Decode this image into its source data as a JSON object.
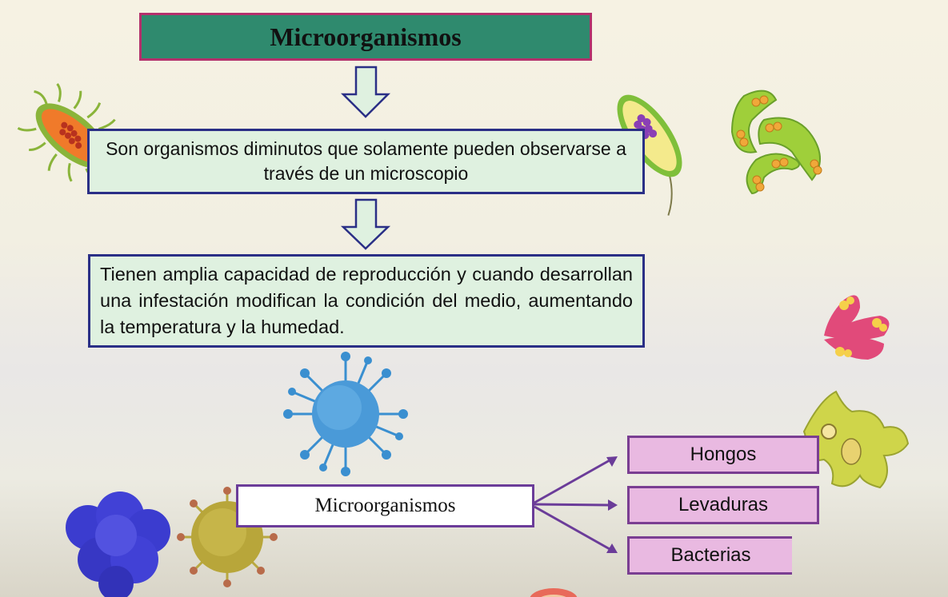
{
  "title": "Microorganismos",
  "definition": "Son organismos diminutos que solamente pueden observarse a través de un microscopio",
  "description": "Tienen amplia capacidad de reproducción y cuando desarrollan una infestación modifican la condición del medio, aumentando la temperatura y la humedad.",
  "classification": {
    "root": "Microorganismos",
    "categories": [
      "Hongos",
      "Levaduras",
      "Bacterias"
    ]
  },
  "colors": {
    "title_fill": "#2f8a6e",
    "title_border": "#b4306c",
    "box_fill": "#dff1e0",
    "box_border": "#2a2f86",
    "category_fill": "#e9b9e1",
    "category_border": "#7a3e92"
  },
  "icons": [
    "down-arrow-icon",
    "bacterium-orange-icon",
    "bacterium-green-icon",
    "green-cells-icon",
    "pink-cells-icon",
    "virus-blue-icon",
    "cocci-cluster-icon",
    "virus-yellow-icon",
    "amoeba-icon"
  ]
}
